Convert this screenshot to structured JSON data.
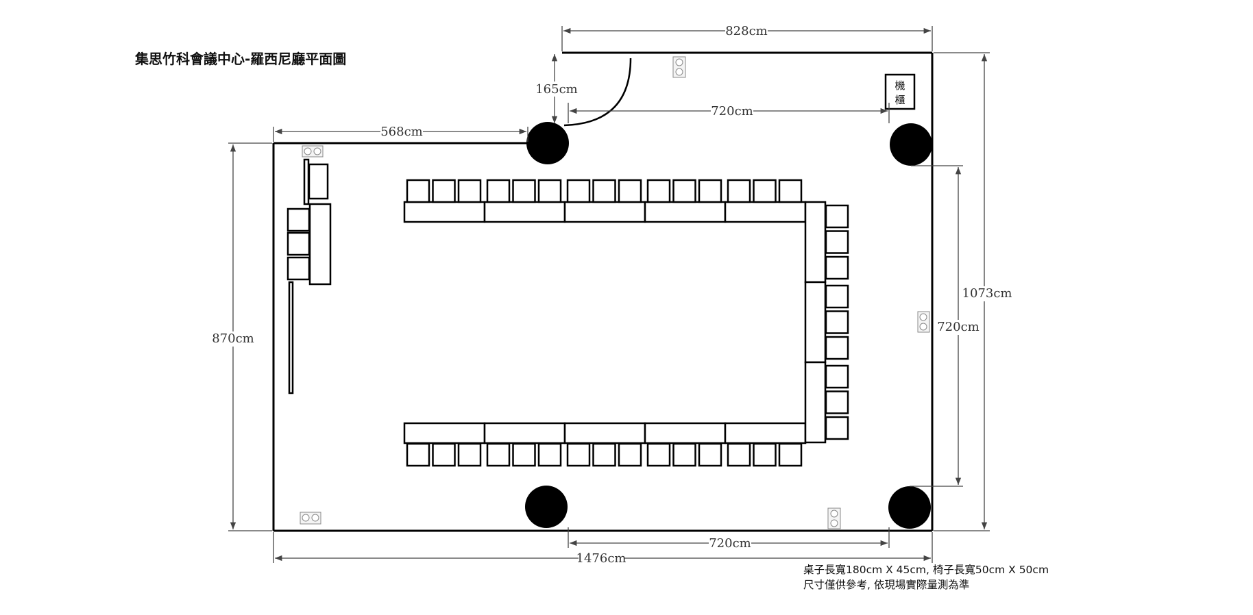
{
  "title": "集思竹科會議中心-羅西尼廳平面圖",
  "dimensions": {
    "top_width": "828cm",
    "door_depth": "165cm",
    "top_inner": "720cm",
    "left_offset": "568cm",
    "left_height": "870cm",
    "right_total": "1073cm",
    "right_inner": "720cm",
    "bottom_inner": "720cm",
    "bottom_total": "1476cm"
  },
  "cabinet": {
    "line1": "機",
    "line2": "櫃"
  },
  "notes": {
    "line1": "桌子長寬180cm X 45cm, 椅子長寬50cm X 50cm",
    "line2": "尺寸僅供參考, 依現場實際量測為準"
  }
}
